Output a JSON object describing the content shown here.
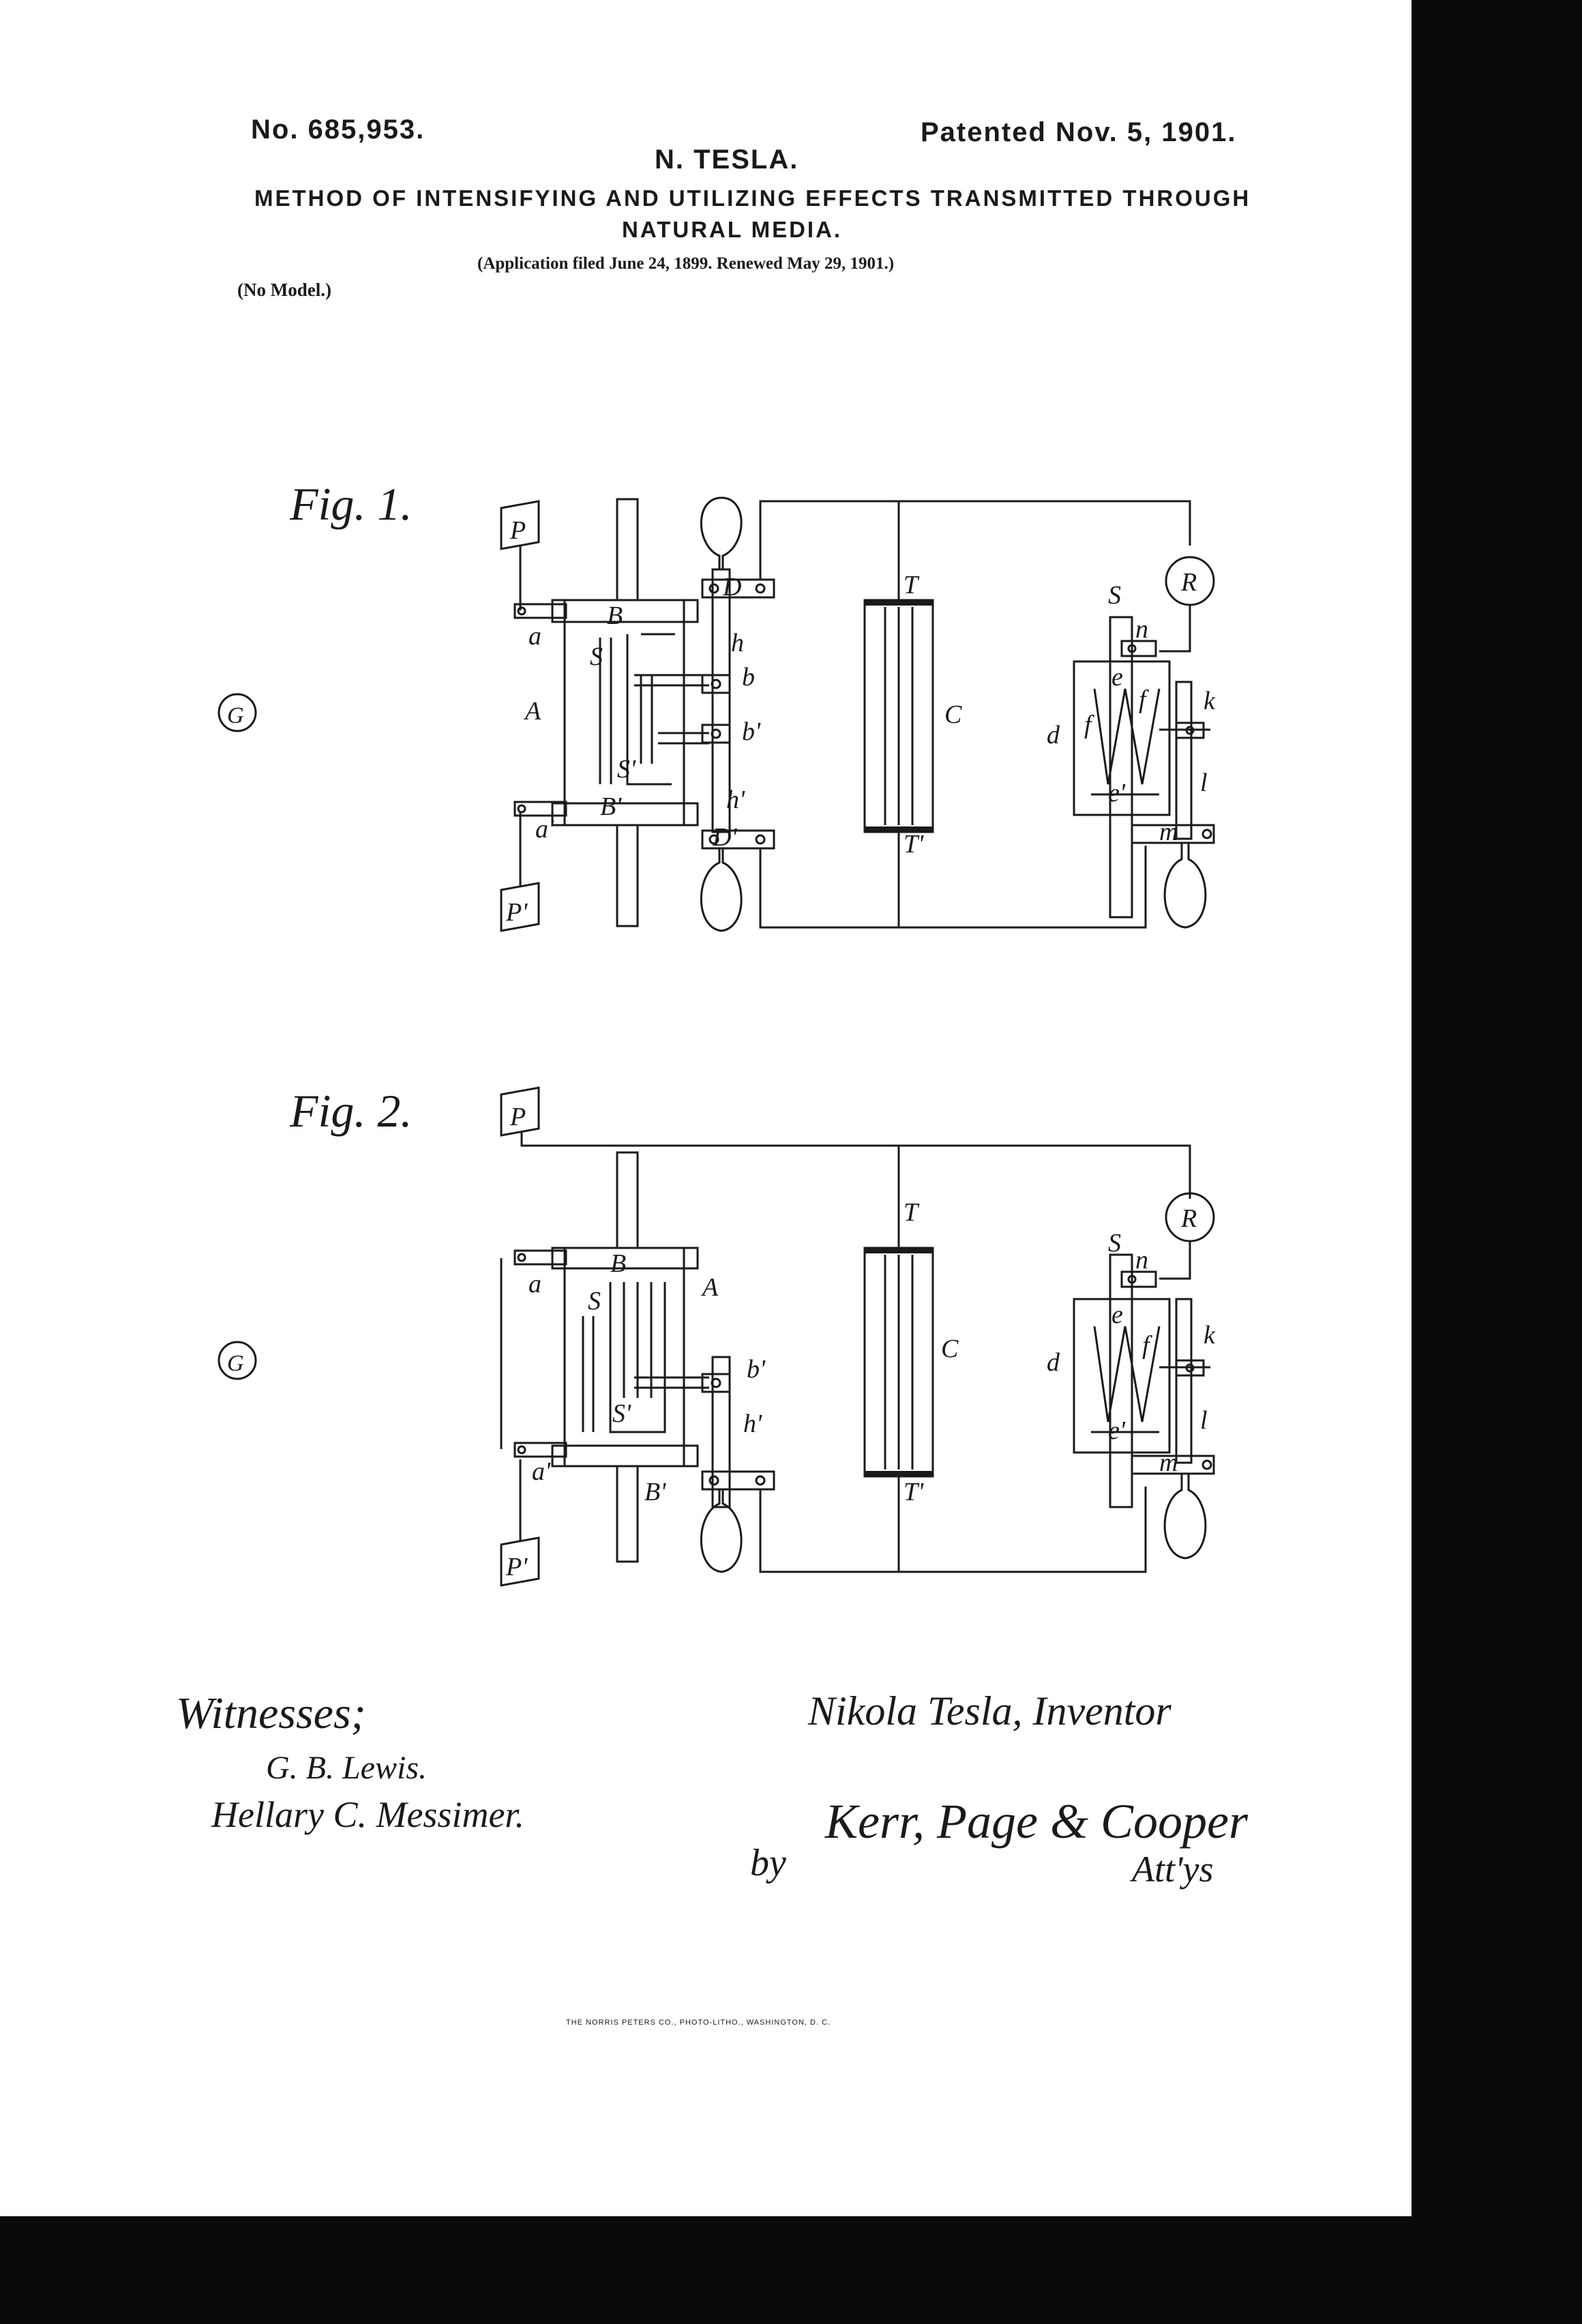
{
  "header": {
    "patent_no": "No. 685,953.",
    "patented": "Patented Nov. 5, 1901.",
    "inventor_name": "N. TESLA.",
    "title_line1": "METHOD OF INTENSIFYING AND UTILIZING EFFECTS TRANSMITTED THROUGH",
    "title_line2": "NATURAL MEDIA.",
    "application": "(Application filed June 24, 1899. Renewed May 29, 1901.)",
    "model": "(No Model.)"
  },
  "figures": [
    {
      "label": "Fig. 1.",
      "ground": "G",
      "parts": {
        "P": "P",
        "P_prime": "P'",
        "a": "a",
        "a_prime": "a'",
        "A": "A",
        "B": "B",
        "B_prime": "B'",
        "S": "S",
        "S_prime": "S'",
        "D": "D",
        "D_prime": "D'",
        "h": "h",
        "h_prime": "h'",
        "b": "b",
        "b_prime": "b'",
        "T": "T",
        "T_prime": "T'",
        "C": "C",
        "R": "R",
        "s": "S",
        "n": "n",
        "e": "e",
        "e_prime": "e'",
        "f": "f",
        "f2": "f",
        "d": "d",
        "k": "k",
        "l": "l",
        "m": "m"
      }
    },
    {
      "label": "Fig. 2.",
      "ground": "G",
      "parts": {
        "P": "P",
        "P_prime": "P'",
        "a": "a",
        "a_prime": "a'",
        "A": "A",
        "B": "B",
        "B_prime": "B'",
        "S": "S",
        "S_prime": "S'",
        "b_prime": "b'",
        "h_prime": "h'",
        "T": "T",
        "T_prime": "T'",
        "C": "C",
        "R": "R",
        "s": "S",
        "n": "n",
        "e": "e",
        "e_prime": "e'",
        "f": "f",
        "d": "d",
        "k": "k",
        "l": "l",
        "m": "m"
      }
    }
  ],
  "signatures": {
    "witnesses_label": "Witnesses;",
    "witness1": "G. B. Lewis.",
    "witness2": "Hellary C. Messimer.",
    "inventor_signature": "Nikola Tesla, Inventor",
    "by": "by",
    "attorneys": "Kerr, Page & Cooper",
    "attys": "Att'ys"
  },
  "footer": {
    "printer": "THE NORRIS PETERS CO., PHOTO-LITHO., WASHINGTON, D. C."
  }
}
